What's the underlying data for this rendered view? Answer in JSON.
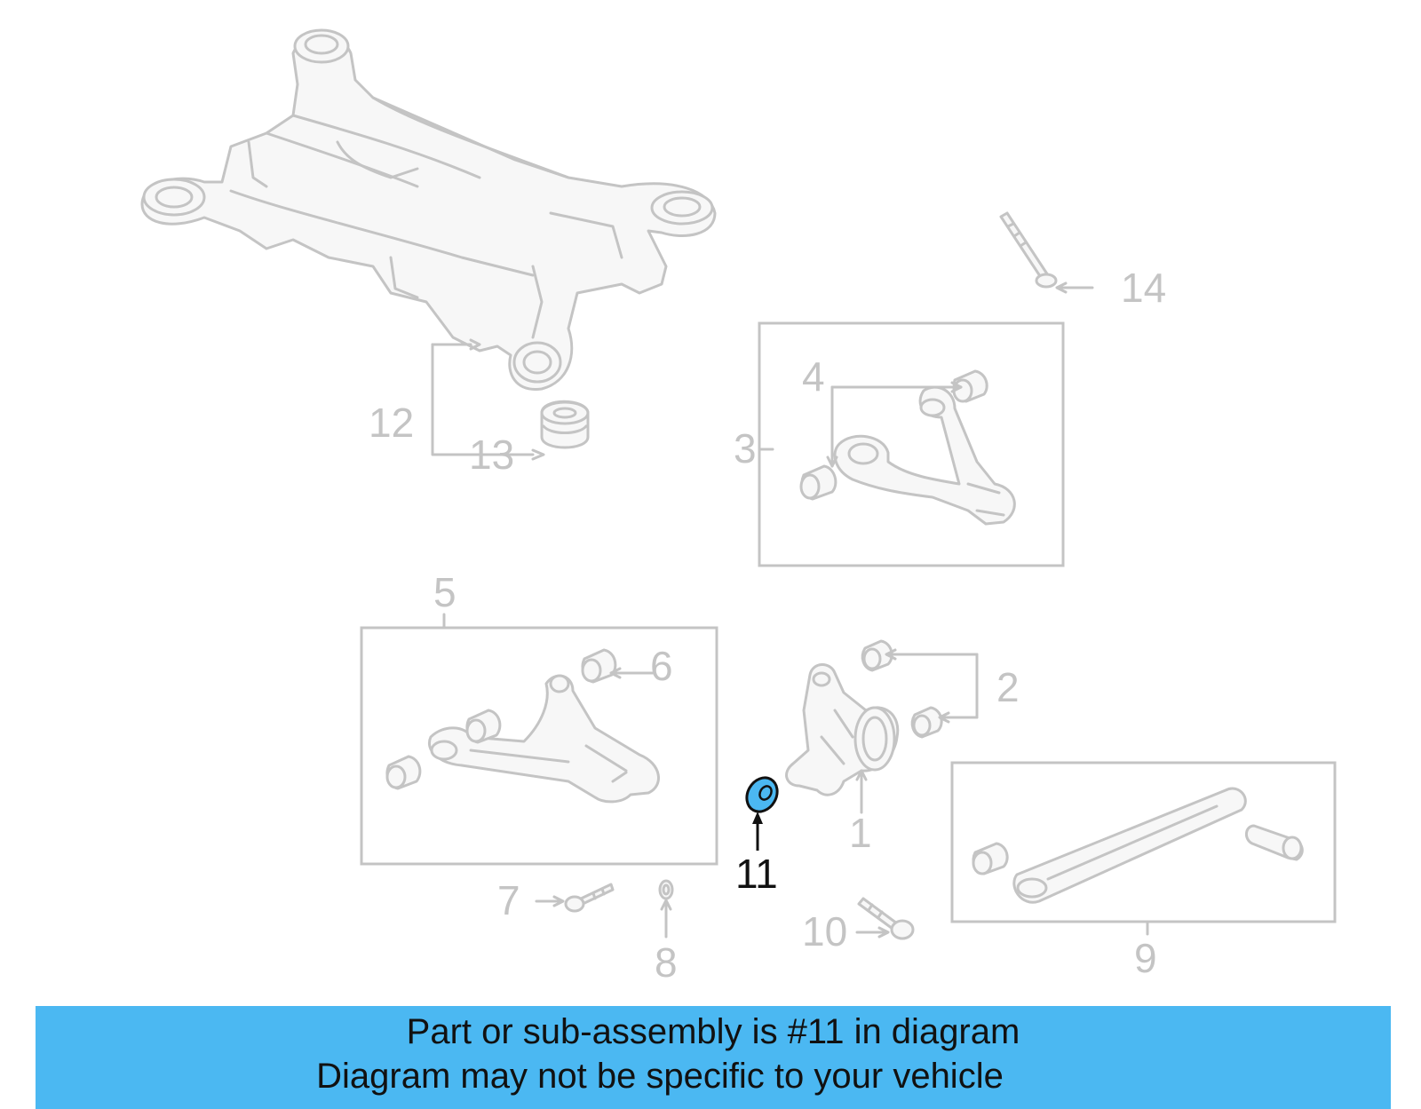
{
  "diagram": {
    "highlighted_part": "11",
    "highlight_color": "#4bb8f2",
    "line_color": "#c4c4c4",
    "callouts": [
      "1",
      "2",
      "3",
      "4",
      "5",
      "6",
      "7",
      "8",
      "9",
      "10",
      "11",
      "12",
      "13",
      "14"
    ]
  },
  "banner": {
    "line1": "Part or sub-assembly is #11 in diagram",
    "line2": "Diagram may not be specific to your vehicle",
    "background": "#4bb8f2"
  }
}
